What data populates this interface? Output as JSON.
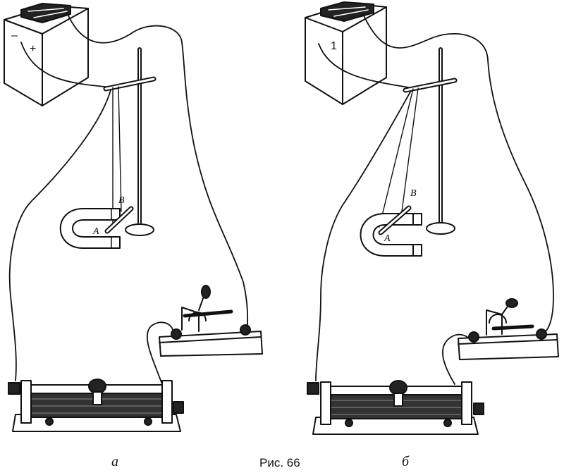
{
  "figure_caption": "Рис. 66",
  "panels": [
    {
      "caption": "а",
      "point_a_label": "A",
      "point_b_label": "B",
      "battery_terminals": [
        "–",
        "+"
      ]
    },
    {
      "caption": "б",
      "point_a_label": "A",
      "point_b_label": "B",
      "battery_terminals": [
        "1"
      ]
    }
  ]
}
